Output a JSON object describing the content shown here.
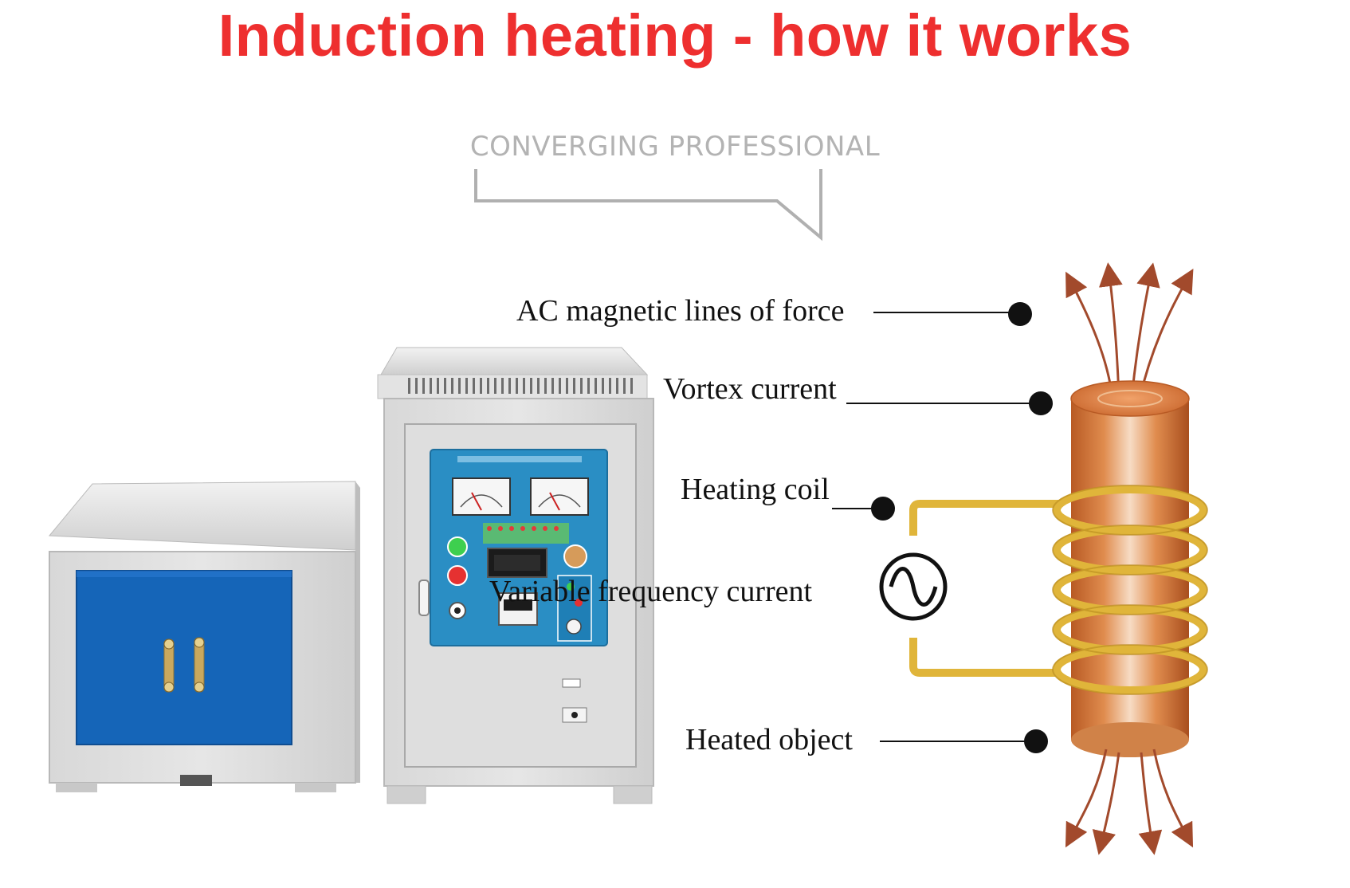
{
  "title": "Induction heating - how it works",
  "subtitle": "CONVERGING PROFESSIONAL",
  "labels": {
    "magnetic_lines": "AC magnetic lines of force",
    "vortex_current": "Vortex current",
    "heating_coil": "Heating coil",
    "variable_frequency": "Variable frequency current",
    "heated_object": "Heated object"
  },
  "colors": {
    "title": "#ee2f2f",
    "subtitle": "#b3b3b3",
    "cabinet": "#dcdcdc",
    "panel_blue": "#2a8ec4",
    "door_blue": "#1565b8",
    "coil": "#e0b53a",
    "copper": "#d4773a",
    "arrows": "#a24a2c"
  },
  "icons": {
    "ac_source": "sine-wave-icon"
  }
}
